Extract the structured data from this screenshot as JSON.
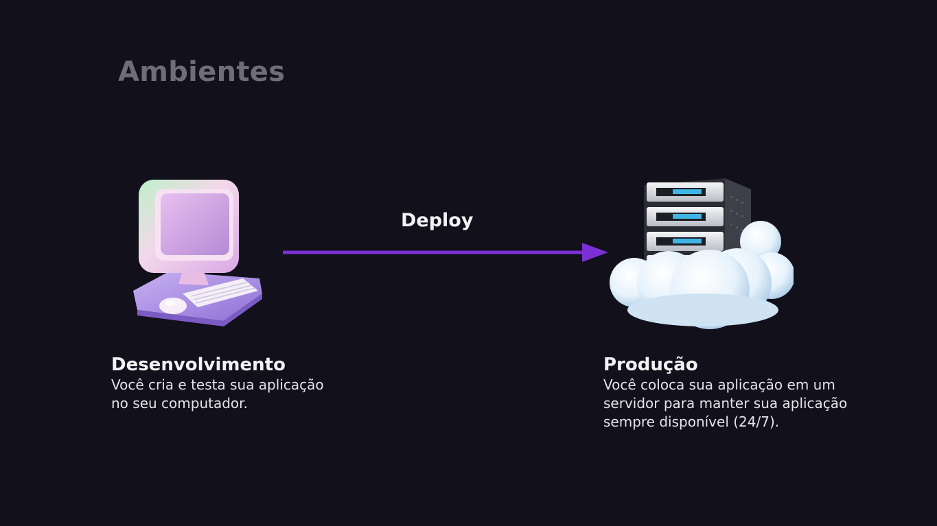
{
  "slide": {
    "title": "Ambientes"
  },
  "arrow": {
    "label": "Deploy",
    "color": "#7b2fd6"
  },
  "development": {
    "heading": "Desenvolvimento",
    "description_lines": [
      "Você cria e testa sua aplicação",
      "no seu computador."
    ],
    "icon": "computer-icon"
  },
  "production": {
    "heading": "Produção",
    "description_lines": [
      "Você coloca sua aplicação em um",
      "servidor para manter sua aplicação",
      "sempre disponível (24/7)."
    ],
    "icon": "cloud-server-icon"
  }
}
